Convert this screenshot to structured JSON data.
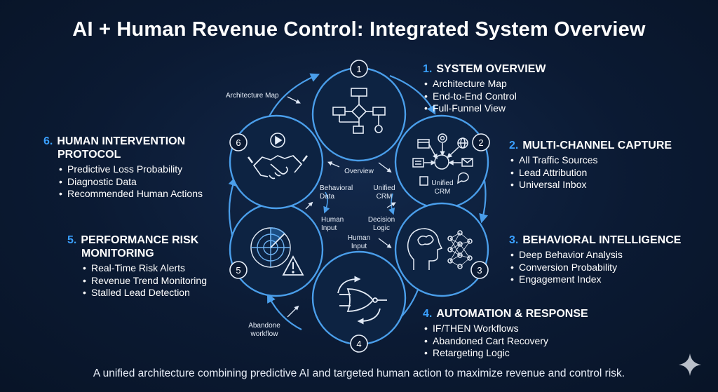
{
  "title": "AI + Human Revenue Control: Integrated System Overview",
  "footer": "A unified architecture combining predictive AI and targeted human action to maximize revenue and control risk.",
  "colors": {
    "background": "#0b1a33",
    "accent": "#3aa0ff",
    "ring": "#4a9eea",
    "text": "#ffffff"
  },
  "sections": [
    {
      "num": "1.",
      "title": "SYSTEM OVERVIEW",
      "items": [
        "Architecture Map",
        "End-to-End Control",
        "Full-Funnel View"
      ]
    },
    {
      "num": "2.",
      "title": "MULTI-CHANNEL CAPTURE",
      "items": [
        "All Traffic Sources",
        "Lead Attribution",
        "Universal Inbox"
      ]
    },
    {
      "num": "3.",
      "title": "BEHAVIORAL INTELLIGENCE",
      "items": [
        "Deep Behavior Analysis",
        "Conversion Probability",
        "Engagement Index"
      ]
    },
    {
      "num": "4.",
      "title": "AUTOMATION & RESPONSE",
      "items": [
        "IF/THEN Workflows",
        "Abandoned Cart Recovery",
        "Retargeting Logic"
      ]
    },
    {
      "num": "5.",
      "title_line1": "PERFORMANCE RISK",
      "title_line2": "MONITORING",
      "items": [
        "Real-Time Risk Alerts",
        "Revenue Trend Monitoring",
        "Stalled Lead Detection"
      ]
    },
    {
      "num": "6.",
      "title_line1": "HUMAN INTERVENTION",
      "title_line2": "PROTOCOL",
      "items": [
        "Predictive Loss Probability",
        "Diagnostic Data",
        "Recommended Human Actions"
      ]
    }
  ],
  "nodes": [
    "1",
    "2",
    "3",
    "4",
    "5",
    "6"
  ],
  "labels": {
    "architecture_map": "Architecture Map",
    "abandone_line1": "Abandone",
    "abandone_line2": "workflow",
    "overview": "Overview",
    "behavioral_line1": "Behavioral",
    "behavioral_line2": "Data",
    "unified_line1": "Unified",
    "unified_line2": "CRM",
    "decision_line1": "Decision",
    "decision_line2": "Logic",
    "human_input_line1": "Human",
    "human_input_line2": "Input",
    "human_input_b_line1": "Human",
    "human_input_b_line2": "Input",
    "crm_icon_line1": "Unified",
    "crm_icon_line2": "CRM"
  },
  "icons": [
    "flowchart-icon",
    "channel-hub-icon",
    "brain-neural-icon",
    "logic-gate-icon",
    "radar-warning-icon",
    "handshake-icon",
    "sparkle-icon"
  ]
}
